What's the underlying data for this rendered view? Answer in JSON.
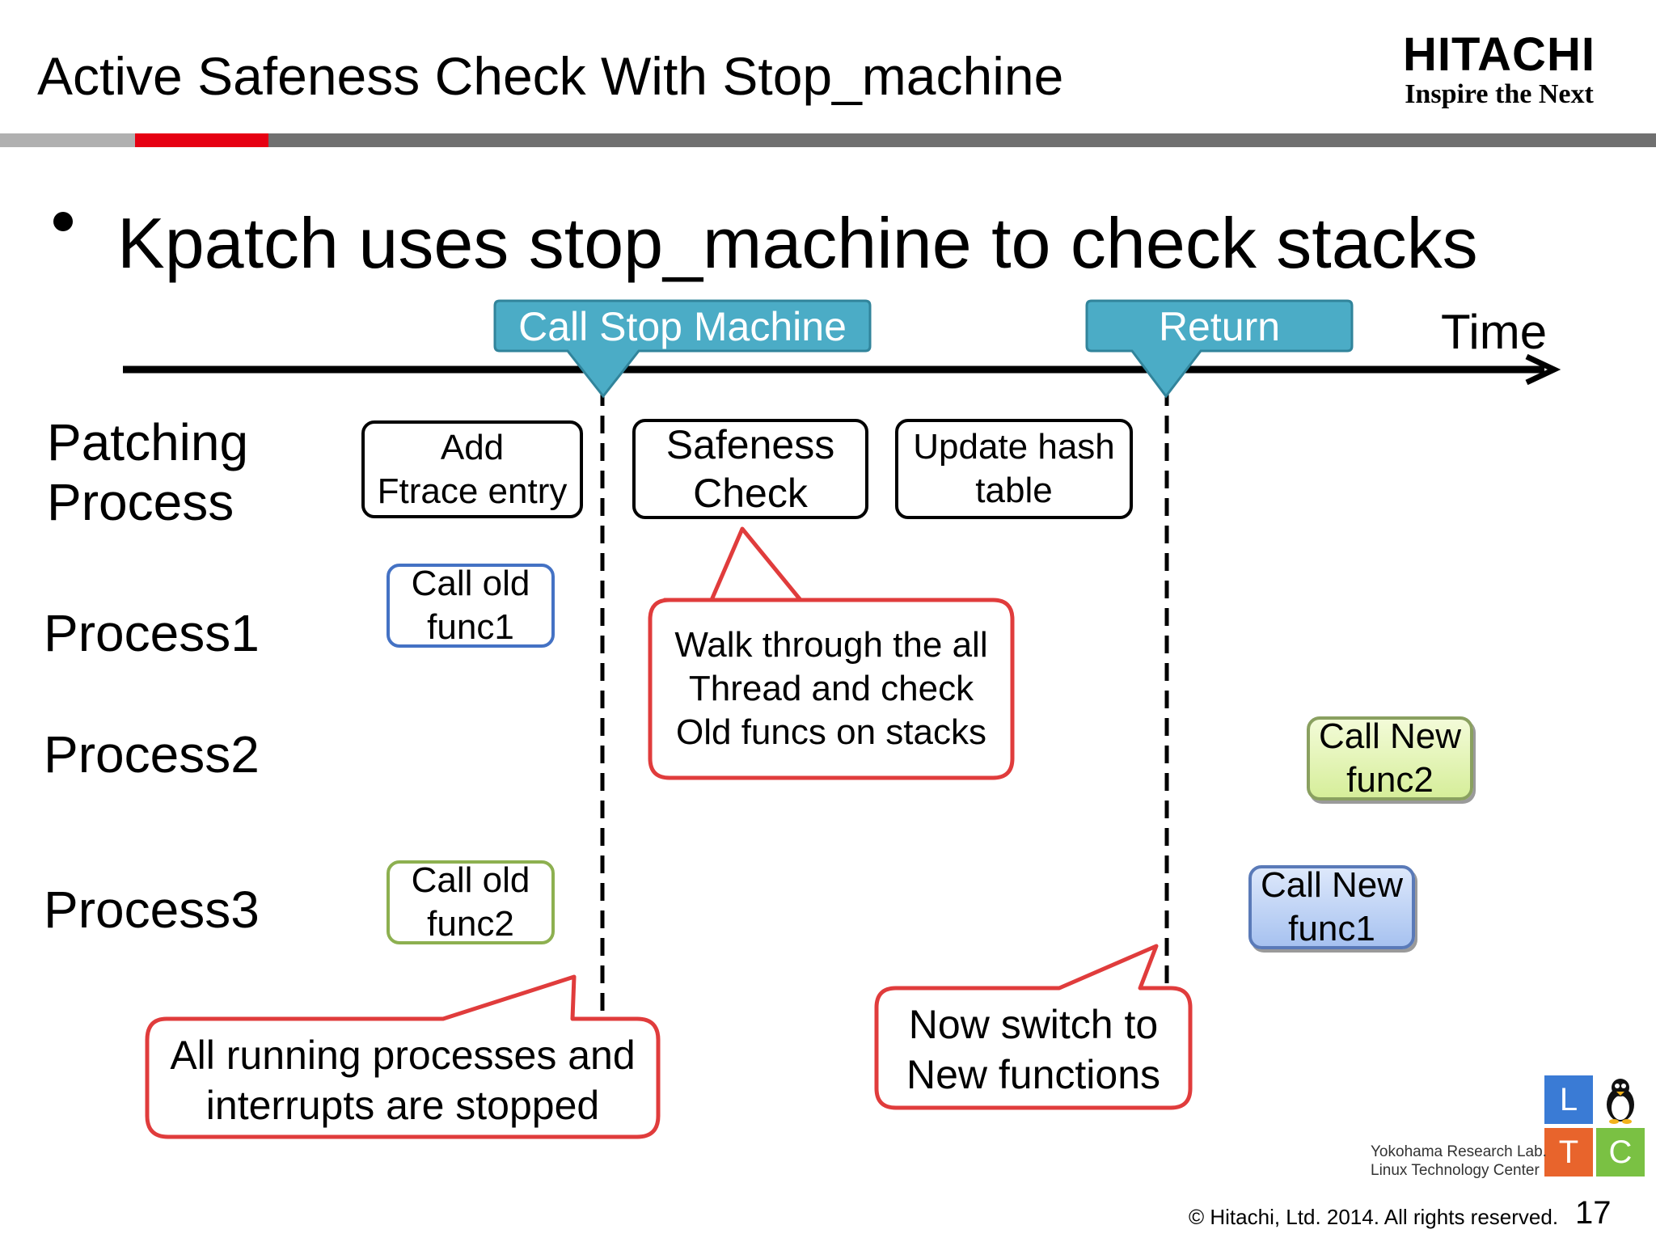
{
  "slide": {
    "title": "Active Safeness Check With Stop_machine",
    "bullet": "Kpatch uses stop_machine to check stacks",
    "page_number": "17",
    "copyright": "© Hitachi, Ltd. 2014. All rights reserved."
  },
  "brand": {
    "name": "HITACHI",
    "tagline": "Inspire the Next"
  },
  "timeline": {
    "axis_label": "Time",
    "marker_start": "Call Stop Machine",
    "marker_end": "Return"
  },
  "rows": {
    "patching_line1": "Patching",
    "patching_line2": "Process",
    "process1": "Process1",
    "process2": "Process2",
    "process3": "Process3"
  },
  "boxes": {
    "add_ftrace_1": "Add",
    "add_ftrace_2": "Ftrace entry",
    "safeness_1": "Safeness",
    "safeness_2": "Check",
    "update_hash_1": "Update hash",
    "update_hash_2": "table",
    "old_func1_1": "Call old",
    "old_func1_2": "func1",
    "old_func2_1": "Call old",
    "old_func2_2": "func2",
    "new_func2_1": "Call New",
    "new_func2_2": "func2",
    "new_func1_1": "Call New",
    "new_func1_2": "func1"
  },
  "callouts": {
    "walk_1": "Walk through the all",
    "walk_2": "Thread and check",
    "walk_3": "Old funcs on stacks",
    "stopped_1": "All running processes and",
    "stopped_2": "interrupts are stopped",
    "switch_1": "Now switch to",
    "switch_2": "New functions"
  },
  "footer": {
    "lab_line1": "Yokohama Research Lab.",
    "lab_line2": "Linux Technology Center",
    "ltc_letters": [
      "L",
      "T",
      "C"
    ]
  },
  "colors": {
    "brand_red": "#e60012",
    "marker_teal": "#4bacc6",
    "callout_red": "#e03c3c",
    "ltc_blue": "#3a7bd5",
    "ltc_orange": "#e8642c",
    "ltc_green": "#7ac143"
  }
}
